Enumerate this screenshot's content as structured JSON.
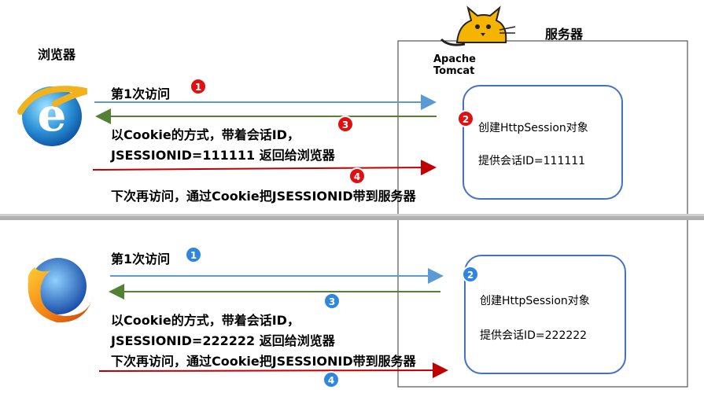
{
  "browser_label": "浏览器",
  "server_label": "服务器",
  "server_logo_text": "Apache Tomcat",
  "icons": [
    "internet-explorer-icon",
    "firefox-icon",
    "tomcat-icon"
  ],
  "colors": {
    "request_arrow": "#5b9bd5",
    "response_arrow": "#548235",
    "revisit_arrow": "#c00000",
    "ie_badge": "#e01010",
    "ff_badge": "#2e86de",
    "separator": "#a6a6a6",
    "session_box_border": "#4472c4"
  },
  "scenario_ie": {
    "step1": "第1次访问",
    "step3_line1": "以Cookie的方式，带着会话ID，",
    "step3_line2": "JSESSIONID=111111 返回给浏览器",
    "step4": "下次再访问，通过Cookie把JSESSIONID带到服务器",
    "box_line1": "创建HttpSession对象",
    "box_line2": "提供会话ID=111111",
    "badges": [
      "1",
      "2",
      "3",
      "4"
    ]
  },
  "scenario_ff": {
    "step1": "第1次访问",
    "step3_line1": "以Cookie的方式，带着会话ID，",
    "step3_line2": "JSESSIONID=222222 返回给浏览器",
    "step4": "下次再访问，通过Cookie把JSESSIONID带到服务器",
    "box_line1": "创建HttpSession对象",
    "box_line2": "提供会话ID=222222",
    "badges": [
      "1",
      "2",
      "3",
      "4"
    ]
  }
}
